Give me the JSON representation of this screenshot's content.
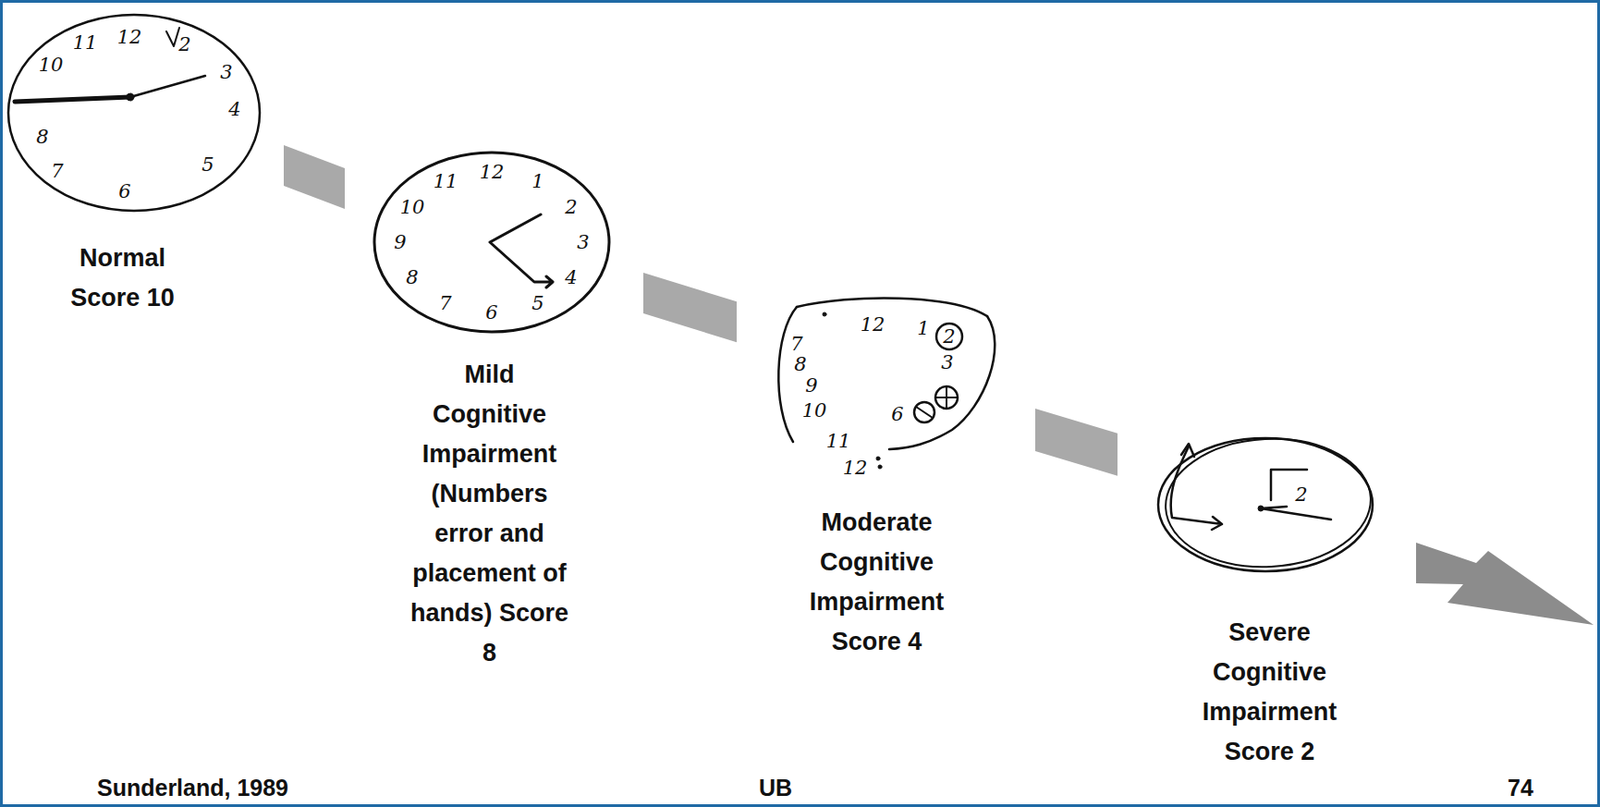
{
  "diagram": {
    "nodes": [
      {
        "text": [
          "Normal Score 10"
        ]
      },
      {
        "text": [
          "Mild Cognitive Impairment (Numbers error and placement of hands) Score 8"
        ]
      },
      {
        "text": [
          "Moderate Cognitive Impairment Score 4"
        ]
      },
      {
        "text": [
          "Severe Cognitive Impairment Score 2"
        ]
      }
    ],
    "edges": [
      {
        "from": 0,
        "to": 1,
        "arrow": "none"
      },
      {
        "from": 1,
        "to": 2,
        "arrow": "none"
      },
      {
        "from": 2,
        "to": 3,
        "arrow": "none"
      }
    ],
    "labels": [
      "12",
      "11",
      "10",
      "8",
      "7",
      "6",
      "5",
      "4",
      "3",
      "2",
      "12",
      "1",
      "2",
      "3",
      "4",
      "5",
      "6",
      "7",
      "8",
      "9",
      "10",
      "11",
      "12",
      "1",
      "2",
      "3",
      "6",
      "7",
      "8",
      "9",
      "10",
      "11",
      "12",
      "2",
      "Sunderland, 1989",
      "UB",
      "74"
    ]
  }
}
